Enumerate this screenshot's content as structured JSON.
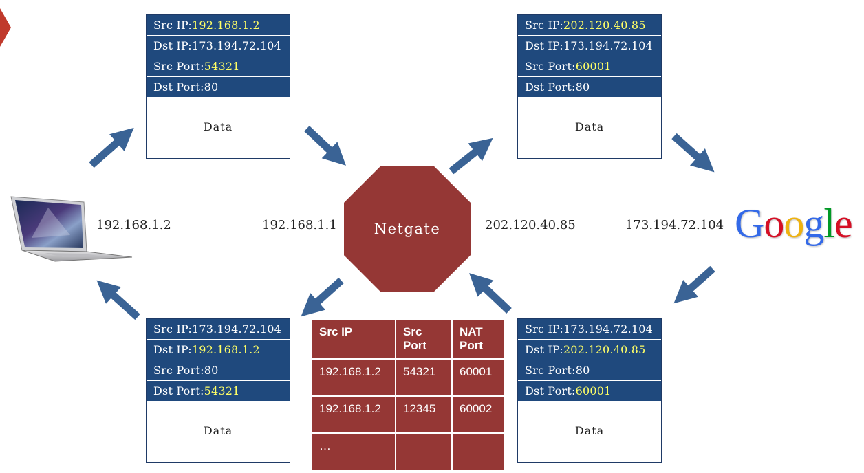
{
  "packets": {
    "outbound_private": {
      "rows": [
        {
          "label": "Src IP:",
          "value": "192.168.1.2",
          "highlight": true
        },
        {
          "label": "Dst IP:",
          "value": "173.194.72.104",
          "highlight": false
        },
        {
          "label": "Src Port:",
          "value": "54321",
          "highlight": true
        },
        {
          "label": "Dst Port:",
          "value": "80",
          "highlight": false
        }
      ],
      "data": "Data"
    },
    "outbound_public": {
      "rows": [
        {
          "label": "Src IP:",
          "value": "202.120.40.85",
          "highlight": true
        },
        {
          "label": "Dst IP:",
          "value": "173.194.72.104",
          "highlight": false
        },
        {
          "label": "Src Port:",
          "value": "60001",
          "highlight": true
        },
        {
          "label": "Dst Port:",
          "value": "80",
          "highlight": false
        }
      ],
      "data": "Data"
    },
    "inbound_private": {
      "rows": [
        {
          "label": "Src IP:",
          "value": "173.194.72.104",
          "highlight": false
        },
        {
          "label": "Dst IP:",
          "value": "192.168.1.2",
          "highlight": true
        },
        {
          "label": "Src Port:",
          "value": "80",
          "highlight": false
        },
        {
          "label": "Dst Port:",
          "value": "54321",
          "highlight": true
        }
      ],
      "data": "Data"
    },
    "inbound_public": {
      "rows": [
        {
          "label": "Src IP:",
          "value": "173.194.72.104",
          "highlight": false
        },
        {
          "label": "Dst IP:",
          "value": "202.120.40.85",
          "highlight": true
        },
        {
          "label": "Src Port:",
          "value": "80",
          "highlight": false
        },
        {
          "label": "Dst Port:",
          "value": "60001",
          "highlight": true
        }
      ],
      "data": "Data"
    }
  },
  "labels": {
    "laptop_ip": "192.168.1.2",
    "gateway_lan_ip": "192.168.1.1",
    "gateway_wan_ip": "202.120.40.85",
    "server_ip": "173.194.72.104",
    "gateway_name": "Netgate"
  },
  "google": {
    "letters": [
      {
        "ch": "G",
        "color": "#3369e8"
      },
      {
        "ch": "o",
        "color": "#d50f25"
      },
      {
        "ch": "o",
        "color": "#eeb211"
      },
      {
        "ch": "g",
        "color": "#3369e8"
      },
      {
        "ch": "l",
        "color": "#009925"
      },
      {
        "ch": "e",
        "color": "#d50f25"
      }
    ]
  },
  "nat_table": {
    "headers": [
      "Src IP",
      "Src Port",
      "NAT Port"
    ],
    "rows": [
      [
        "192.168.1.2",
        "54321",
        "60001"
      ],
      [
        "192.168.1.2",
        "12345",
        "60002"
      ],
      [
        "…",
        "",
        ""
      ]
    ]
  },
  "colors": {
    "arrow": "#3a6395",
    "header_blue": "#1f497d",
    "highlight": "#ffff66",
    "gateway_red": "#953735",
    "corner_marker": "#c0392b"
  }
}
